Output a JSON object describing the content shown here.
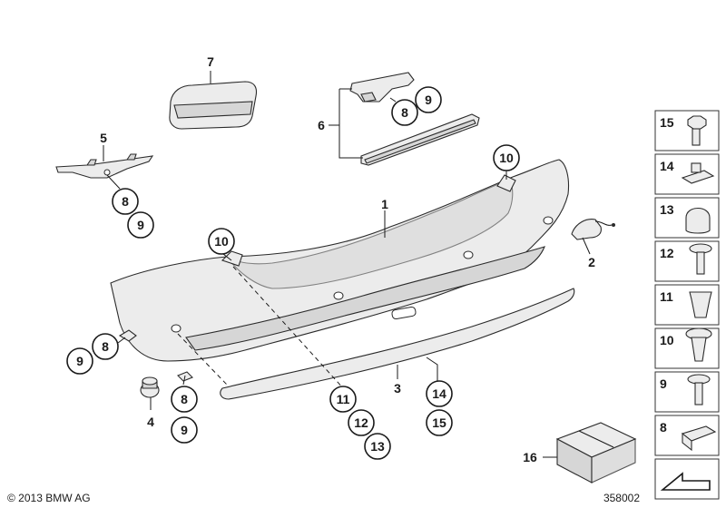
{
  "labels": {
    "p1": "1",
    "p2": "2",
    "p3": "3",
    "p4": "4",
    "p5": "5",
    "p6": "6",
    "p7": "7",
    "c8a": "8",
    "c9a": "9",
    "c9b": "9",
    "c8b": "8",
    "c10a": "10",
    "c10b": "10",
    "c9c": "9",
    "c8c": "8",
    "c8d": "8",
    "c9d": "9",
    "c11": "11",
    "c12": "12",
    "c13": "13",
    "c14": "14",
    "c15": "15",
    "p16": "16"
  },
  "legend": {
    "items": [
      {
        "num": "15",
        "icon": "hex-bolt-icon"
      },
      {
        "num": "14",
        "icon": "spring-clip-icon"
      },
      {
        "num": "13",
        "icon": "rubber-cap-icon"
      },
      {
        "num": "12",
        "icon": "washer-screw-icon"
      },
      {
        "num": "11",
        "icon": "expanding-nut-icon"
      },
      {
        "num": "10",
        "icon": "plastic-rivet-icon"
      },
      {
        "num": "9",
        "icon": "flange-screw-icon"
      },
      {
        "num": "8",
        "icon": "clip-nut-icon"
      }
    ]
  },
  "footer": {
    "copyright": "© 2013 BMW AG",
    "diagram_id": "358002"
  }
}
